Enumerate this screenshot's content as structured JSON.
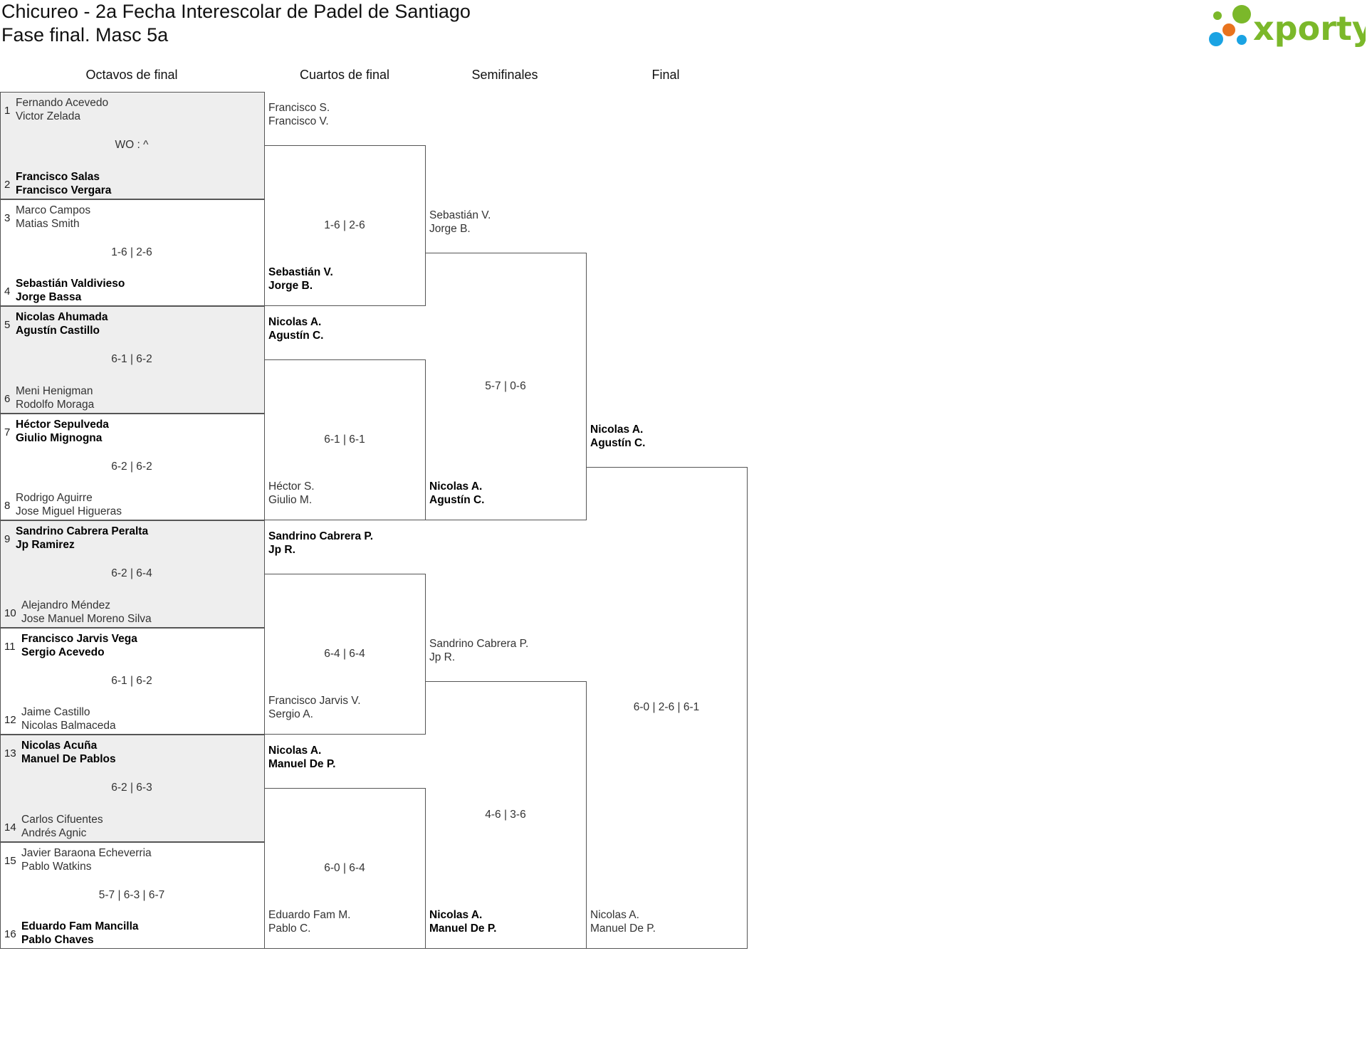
{
  "title_line1": "Chicureo - 2a Fecha Interescolar de Padel de Santiago",
  "title_line2": "Fase final. Masc 5a",
  "logo": {
    "text": "xporty",
    "color_green": "#7bb82a",
    "color_orange": "#e8731e",
    "color_blue": "#1aa3e3"
  },
  "rounds": [
    "Octavos de final",
    "Cuartos de final",
    "Semifinales",
    "Final"
  ],
  "octavos": [
    {
      "score": "WO : ^",
      "teams": [
        {
          "seed": "1",
          "p1": "Fernando Acevedo",
          "p2": "Victor Zelada",
          "winner": false
        },
        {
          "seed": "2",
          "p1": "Francisco Salas",
          "p2": "Francisco Vergara",
          "winner": true
        }
      ]
    },
    {
      "score": "1-6 | 2-6",
      "teams": [
        {
          "seed": "3",
          "p1": "Marco Campos",
          "p2": "Matias Smith",
          "winner": false
        },
        {
          "seed": "4",
          "p1": "Sebastián Valdivieso",
          "p2": "Jorge Bassa",
          "winner": true
        }
      ]
    },
    {
      "score": "6-1 | 6-2",
      "teams": [
        {
          "seed": "5",
          "p1": "Nicolas Ahumada",
          "p2": "Agustín Castillo",
          "winner": true
        },
        {
          "seed": "6",
          "p1": "Meni Henigman",
          "p2": "Rodolfo Moraga",
          "winner": false
        }
      ]
    },
    {
      "score": "6-2 | 6-2",
      "teams": [
        {
          "seed": "7",
          "p1": "Héctor Sepulveda",
          "p2": "Giulio Mignogna",
          "winner": true
        },
        {
          "seed": "8",
          "p1": "Rodrigo Aguirre",
          "p2": "Jose Miguel Higueras",
          "winner": false
        }
      ]
    },
    {
      "score": "6-2 | 6-4",
      "teams": [
        {
          "seed": "9",
          "p1": "Sandrino Cabrera Peralta",
          "p2": "Jp Ramirez",
          "winner": true
        },
        {
          "seed": "10",
          "p1": "Alejandro Méndez",
          "p2": "Jose Manuel Moreno Silva",
          "winner": false
        }
      ]
    },
    {
      "score": "6-1 | 6-2",
      "teams": [
        {
          "seed": "11",
          "p1": "Francisco Jarvis Vega",
          "p2": "Sergio Acevedo",
          "winner": true
        },
        {
          "seed": "12",
          "p1": "Jaime Castillo",
          "p2": "Nicolas Balmaceda",
          "winner": false
        }
      ]
    },
    {
      "score": "6-2 | 6-3",
      "teams": [
        {
          "seed": "13",
          "p1": "Nicolas Acuña",
          "p2": "Manuel De Pablos",
          "winner": true
        },
        {
          "seed": "14",
          "p1": "Carlos Cifuentes",
          "p2": "Andrés Agnic",
          "winner": false
        }
      ]
    },
    {
      "score": "5-7 | 6-3 | 6-7",
      "teams": [
        {
          "seed": "15",
          "p1": "Javier Baraona Echeverria",
          "p2": "Pablo Watkins",
          "winner": false
        },
        {
          "seed": "16",
          "p1": "Eduardo Fam Mancilla",
          "p2": "Pablo Chaves",
          "winner": true
        }
      ]
    }
  ],
  "cuartos": [
    {
      "score": "1-6 | 2-6",
      "teams": [
        {
          "p1": "Francisco S.",
          "p2": "Francisco V.",
          "winner": false
        },
        {
          "p1": "Sebastián V.",
          "p2": "Jorge B.",
          "winner": true
        }
      ]
    },
    {
      "score": "6-1 | 6-1",
      "teams": [
        {
          "p1": "Nicolas A.",
          "p2": "Agustín C.",
          "winner": true
        },
        {
          "p1": "Héctor S.",
          "p2": "Giulio M.",
          "winner": false
        }
      ]
    },
    {
      "score": "6-4 | 6-4",
      "teams": [
        {
          "p1": "Sandrino Cabrera P.",
          "p2": "Jp R.",
          "winner": true
        },
        {
          "p1": "Francisco Jarvis V.",
          "p2": "Sergio A.",
          "winner": false
        }
      ]
    },
    {
      "score": "6-0 | 6-4",
      "teams": [
        {
          "p1": "Nicolas A.",
          "p2": "Manuel De P.",
          "winner": true
        },
        {
          "p1": "Eduardo Fam M.",
          "p2": "Pablo C.",
          "winner": false
        }
      ]
    }
  ],
  "semis": [
    {
      "score": "5-7 | 0-6",
      "teams": [
        {
          "p1": "Sebastián V.",
          "p2": "Jorge B.",
          "winner": false
        },
        {
          "p1": "Nicolas A.",
          "p2": "Agustín C.",
          "winner": true
        }
      ]
    },
    {
      "score": "4-6 | 3-6",
      "teams": [
        {
          "p1": "Sandrino Cabrera P.",
          "p2": "Jp R.",
          "winner": false
        },
        {
          "p1": "Nicolas A.",
          "p2": "Manuel De P.",
          "winner": true
        }
      ]
    }
  ],
  "final": [
    {
      "score": "6-0 | 2-6 | 6-1",
      "teams": [
        {
          "p1": "Nicolas A.",
          "p2": "Agustín C.",
          "winner": true
        },
        {
          "p1": "Nicolas A.",
          "p2": "Manuel De P.",
          "winner": false
        }
      ]
    }
  ]
}
